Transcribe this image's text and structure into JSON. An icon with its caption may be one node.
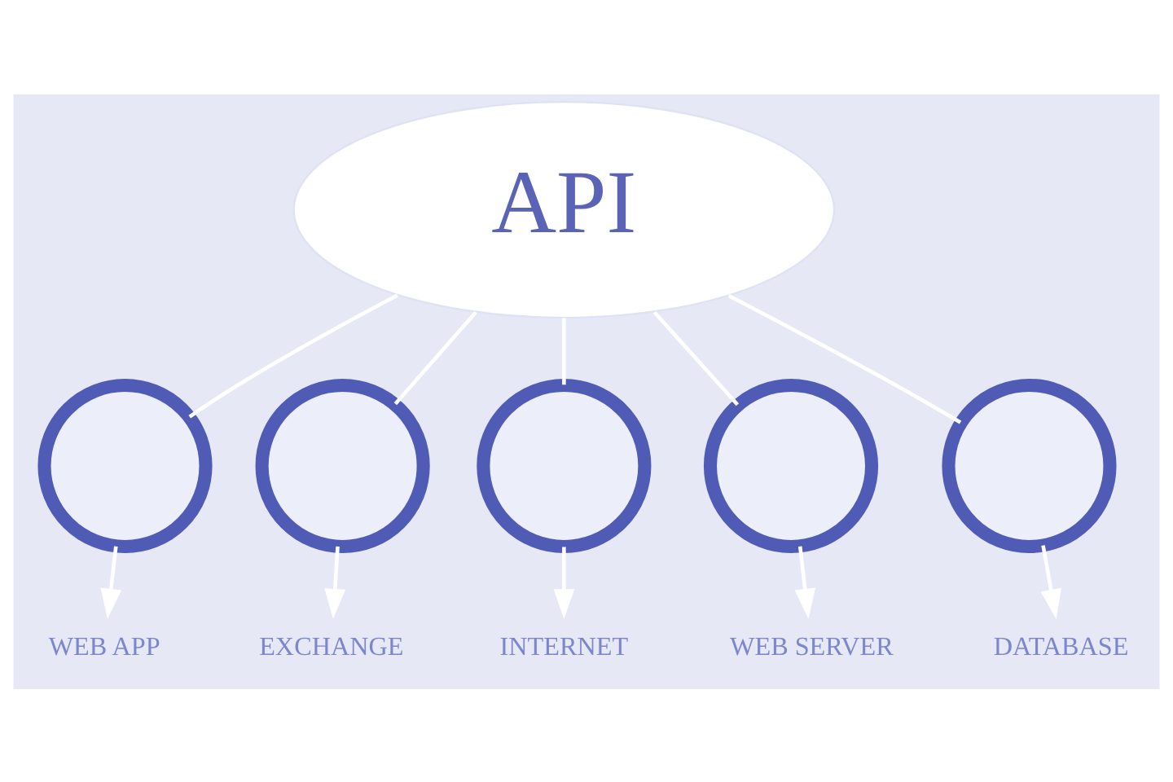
{
  "diagram": {
    "nodes": [
      {
        "text": [
          "API"
        ]
      },
      {
        "text": [],
        "shape": "circle"
      },
      {
        "text": [],
        "shape": "circle"
      },
      {
        "text": [],
        "shape": "circle"
      },
      {
        "text": [],
        "shape": "circle"
      },
      {
        "text": [],
        "shape": "circle"
      },
      {
        "text": [
          "WEB APP"
        ]
      },
      {
        "text": [
          "EXCHANGE"
        ]
      },
      {
        "text": [
          "INTERNET"
        ]
      },
      {
        "text": [
          "WEB SERVER"
        ]
      },
      {
        "text": [
          "DATABASE"
        ]
      }
    ],
    "edges": [
      {
        "from": 0,
        "to": 1,
        "arrow": "none"
      },
      {
        "from": 0,
        "to": 2,
        "arrow": "none"
      },
      {
        "from": 0,
        "to": 3,
        "arrow": "none"
      },
      {
        "from": 0,
        "to": 4,
        "arrow": "none"
      },
      {
        "from": 0,
        "to": 5,
        "arrow": "none"
      },
      {
        "from": 1,
        "to": 6,
        "arrow": "to"
      },
      {
        "from": 2,
        "to": 7,
        "arrow": "to"
      },
      {
        "from": 3,
        "to": 8,
        "arrow": "to"
      },
      {
        "from": 4,
        "to": 9,
        "arrow": "to"
      },
      {
        "from": 5,
        "to": 10,
        "arrow": "to"
      }
    ]
  }
}
